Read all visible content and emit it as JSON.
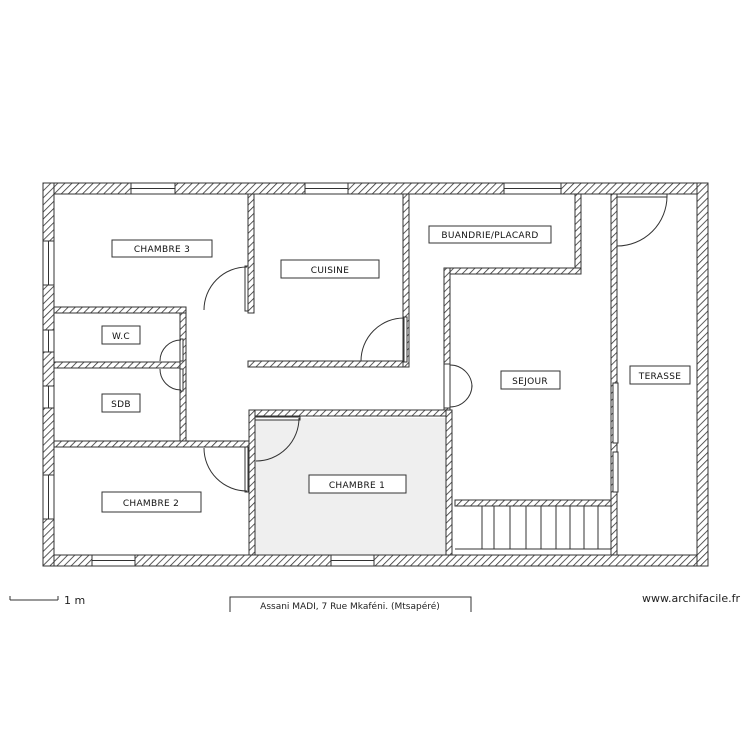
{
  "rooms": {
    "chambre3": "CHAMBRE 3",
    "cuisine": "CUISINE",
    "buandrie": "BUANDRIE/PLACARD",
    "wc": "W.C",
    "sdb": "SDB",
    "sejour": "SEJOUR",
    "terasse": "TERASSE",
    "chambre1": "CHAMBRE 1",
    "chambre2": "CHAMBRE 2"
  },
  "scale": {
    "label": "1 m"
  },
  "title_block": {
    "address": "Assani MADI, 7 Rue Mkaféni. (Mtsapéré)"
  },
  "watermark": "www.archifacile.fr",
  "colors": {
    "wall_outline": "#333333",
    "hatch": "#333333",
    "shaded_room": "#efefef"
  }
}
